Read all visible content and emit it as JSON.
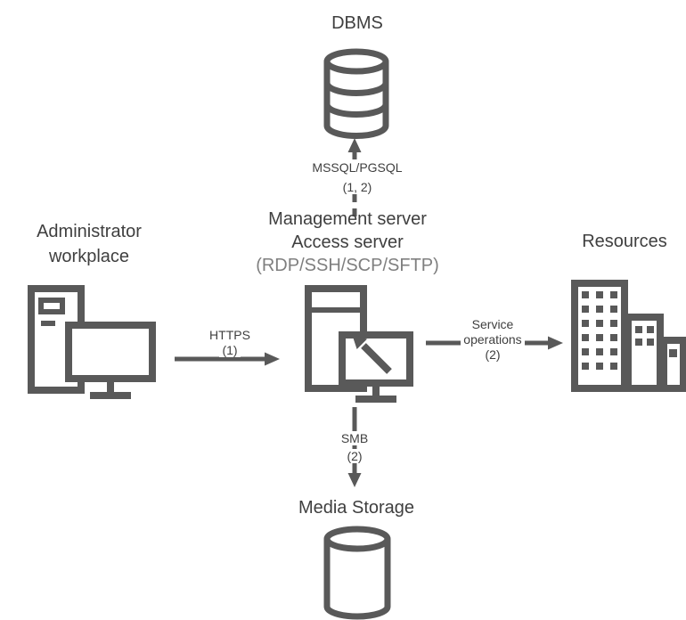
{
  "colors": {
    "icon_stroke": "#595959",
    "text": "#3f3f3f",
    "muted_text": "#7f7f7f",
    "background": "#ffffff"
  },
  "nodes": {
    "dbms": {
      "title": "DBMS"
    },
    "admin_workplace": {
      "line1": "Administrator",
      "line2": "workplace"
    },
    "management_server": {
      "line1": "Management server",
      "line2": "Access server",
      "line3": "(RDP/SSH/SCP/SFTP)"
    },
    "resources": {
      "title": "Resources"
    },
    "media_storage": {
      "title": "Media Storage"
    }
  },
  "edges": {
    "https": {
      "label": "HTTPS",
      "step": "(1)"
    },
    "mssql_pgsql": {
      "label": "MSSQL/PGSQL",
      "step": "(1, 2)"
    },
    "service_operations": {
      "line1": "Service",
      "line2": "operations",
      "step": "(2)"
    },
    "smb": {
      "label": "SMB",
      "step": "(2)"
    }
  }
}
